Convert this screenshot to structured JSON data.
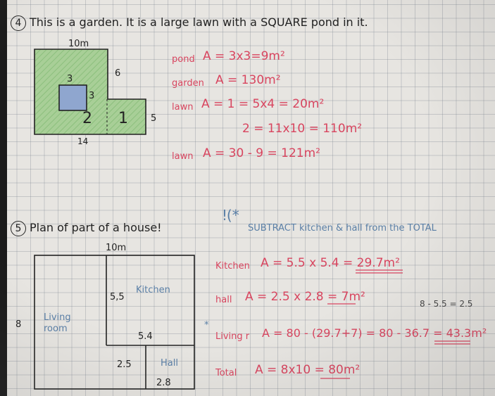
{
  "exercise4": {
    "number": "4",
    "title": "This is a garden. It is a large lawn with a SQUARE pond in it.",
    "garden_dims": {
      "top": "10m",
      "right_upper": "6",
      "right_lower": "5",
      "bottom": "14",
      "pond_top": "3",
      "pond_side": "3",
      "region_left": "2",
      "region_right": "1"
    },
    "calculations": [
      {
        "label": "pond",
        "formula": "A = 3x3=9m²"
      },
      {
        "label": "garden",
        "formula": "A = 130m²"
      },
      {
        "label": "lawn",
        "formula": "A = 1 = 5x4 = 20m²"
      },
      {
        "label": "",
        "formula": "2 = 11x10 = 110m²"
      },
      {
        "label": "lawn",
        "formula": "A = 30 - 9 = 121m²"
      }
    ]
  },
  "exercise5": {
    "number": "5",
    "title": "Plan of part of a house!",
    "note": "SUBTRACT kitchen & hall from the TOTAL",
    "plan_dims": {
      "top": "10m",
      "left": "8",
      "kitchen_side": "5,5",
      "kitchen_bottom": "5.4",
      "hall_side": "2.5",
      "hall_bottom": "2.8"
    },
    "room_labels": {
      "living": "Living room",
      "kitchen": "Kitchen",
      "hall": "Hall"
    },
    "calculations": [
      {
        "label": "Kitchen",
        "formula": "A = 5.5 x 5.4 = 29.7m²"
      },
      {
        "label": "hall",
        "formula": "A = 2.5 x 2.8 = 7m²"
      },
      {
        "label": "Living r",
        "formula": "A = 80 - (29.7+7) = 80 - 36.7 = 43.3m²"
      },
      {
        "label": "Total",
        "formula": "A = 8x10 = 80m²"
      }
    ],
    "side_calc": "8 - 5.5 = 2.5"
  },
  "colors": {
    "grid": "#8a96a0",
    "paper": "#e7e5e1",
    "ink": "#222222",
    "red_ink": "#d8455f",
    "blue_ink": "#5a7fa6",
    "lawn": "#9cc98e",
    "pond": "#8fa6cf"
  }
}
